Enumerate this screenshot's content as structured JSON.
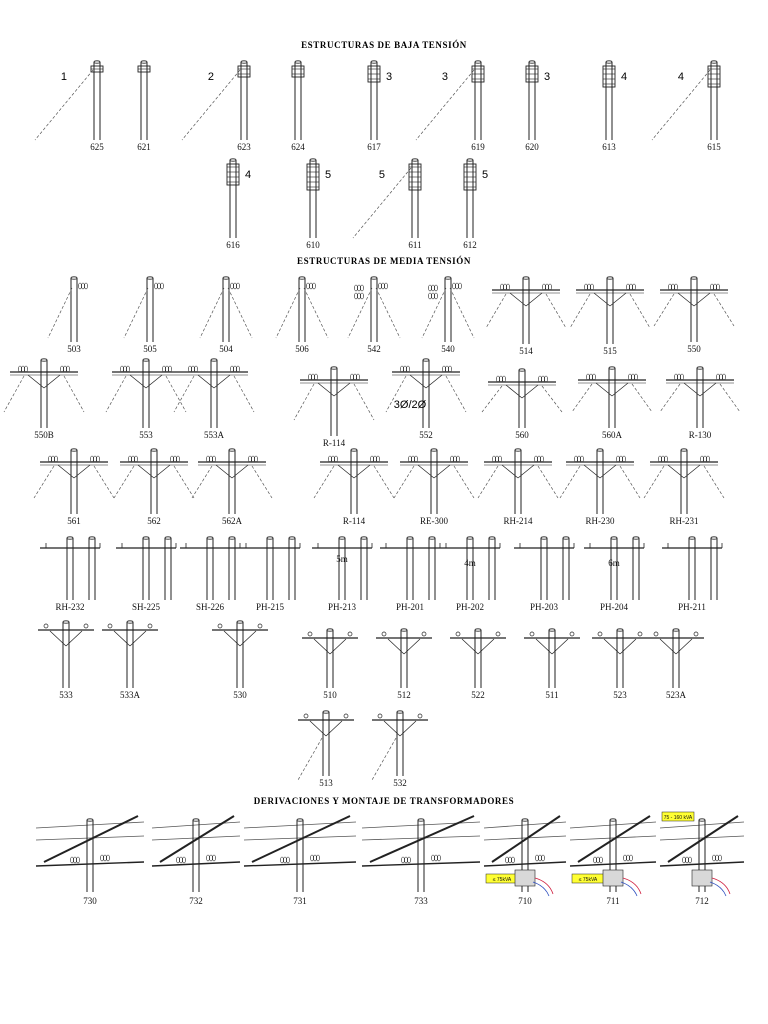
{
  "sections": {
    "low": "ESTRUCTURAS DE BAJA TENSIÓN",
    "medium": "ESTRUCTURAS DE MEDIA TENSIÓN",
    "transformers": "DERIVACIONES Y MONTAJE DE TRANSFORMADORES"
  },
  "low_voltage": [
    {
      "code": "625",
      "kind": "lv",
      "racks": 1,
      "stay": true,
      "num": "1"
    },
    {
      "code": "621",
      "kind": "lv",
      "racks": 1,
      "stay": false,
      "num": ""
    },
    {
      "code": "623",
      "kind": "lv",
      "racks": 2,
      "stay": true,
      "num": "2"
    },
    {
      "code": "624",
      "kind": "lv",
      "racks": 2,
      "stay": false,
      "num": ""
    },
    {
      "code": "617",
      "kind": "lv",
      "racks": 3,
      "stay": false,
      "num": "3"
    },
    {
      "code": "619",
      "kind": "lv",
      "racks": 3,
      "stay": true,
      "num": "3"
    },
    {
      "code": "620",
      "kind": "lv",
      "racks": 3,
      "stay": false,
      "num": "3"
    },
    {
      "code": "613",
      "kind": "lv",
      "racks": 4,
      "stay": false,
      "num": "4"
    },
    {
      "code": "615",
      "kind": "lv",
      "racks": 4,
      "stay": true,
      "num": "4"
    },
    {
      "code": "616",
      "kind": "lv",
      "racks": 4,
      "stay": false,
      "num": "4"
    },
    {
      "code": "610",
      "kind": "lv",
      "racks": 5,
      "stay": false,
      "num": "5"
    },
    {
      "code": "611",
      "kind": "lv",
      "racks": 5,
      "stay": true,
      "num": "5"
    },
    {
      "code": "612",
      "kind": "lv",
      "racks": 5,
      "stay": false,
      "num": "5"
    }
  ],
  "medium_voltage": [
    {
      "code": "503",
      "kind": "mv"
    },
    {
      "code": "505",
      "kind": "mv"
    },
    {
      "code": "504",
      "kind": "mv"
    },
    {
      "code": "506",
      "kind": "mv"
    },
    {
      "code": "542",
      "kind": "mv"
    },
    {
      "code": "540",
      "kind": "mv"
    },
    {
      "code": "514",
      "kind": "mv"
    },
    {
      "code": "515",
      "kind": "mv"
    },
    {
      "code": "550",
      "kind": "mv"
    },
    {
      "code": "550B",
      "kind": "mv"
    },
    {
      "code": "553",
      "kind": "mv"
    },
    {
      "code": "553A",
      "kind": "mv"
    },
    {
      "code": "R-114",
      "kind": "mv"
    },
    {
      "code": "552",
      "kind": "mv"
    },
    {
      "code": "560",
      "kind": "mv"
    },
    {
      "code": "560A",
      "kind": "mv"
    },
    {
      "code": "R-130",
      "kind": "mv"
    },
    {
      "code": "561",
      "kind": "mv"
    },
    {
      "code": "562",
      "kind": "mv"
    },
    {
      "code": "562A",
      "kind": "mv"
    },
    {
      "code": "R-114",
      "kind": "mv"
    },
    {
      "code": "RE-300",
      "kind": "mv"
    },
    {
      "code": "RH-214",
      "kind": "mv"
    },
    {
      "code": "RH-230",
      "kind": "mv"
    },
    {
      "code": "RH-231",
      "kind": "mv"
    },
    {
      "code": "RH-232",
      "kind": "mv"
    },
    {
      "code": "SH-225",
      "kind": "mv"
    },
    {
      "code": "SH-226",
      "kind": "mv"
    },
    {
      "code": "PH-215",
      "kind": "mv"
    },
    {
      "code": "PH-213",
      "kind": "mv"
    },
    {
      "code": "PH-201",
      "kind": "mv"
    },
    {
      "code": "PH-202",
      "kind": "mv"
    },
    {
      "code": "PH-203",
      "kind": "mv"
    },
    {
      "code": "PH-204",
      "kind": "mv"
    },
    {
      "code": "PH-211",
      "kind": "mv"
    },
    {
      "code": "533",
      "kind": "mv"
    },
    {
      "code": "533A",
      "kind": "mv"
    },
    {
      "code": "530",
      "kind": "mv"
    },
    {
      "code": "510",
      "kind": "mv"
    },
    {
      "code": "512",
      "kind": "mv"
    },
    {
      "code": "522",
      "kind": "mv"
    },
    {
      "code": "511",
      "kind": "mv"
    },
    {
      "code": "523",
      "kind": "mv"
    },
    {
      "code": "523A",
      "kind": "mv"
    },
    {
      "code": "513",
      "kind": "mv"
    },
    {
      "code": "532",
      "kind": "mv"
    }
  ],
  "annotations": {
    "phase": "3Ø/2Ø",
    "span_5m": "5m",
    "span_4m": "4m",
    "span_6m": "6m"
  },
  "transformers": [
    {
      "code": "730",
      "tag": ""
    },
    {
      "code": "732",
      "tag": ""
    },
    {
      "code": "731",
      "tag": ""
    },
    {
      "code": "733",
      "tag": ""
    },
    {
      "code": "710",
      "tag": "≤ 75kVA"
    },
    {
      "code": "711",
      "tag": "≤ 75kVA"
    },
    {
      "code": "712",
      "tag": "75 - 160 kVA"
    }
  ],
  "colors": {
    "ink": "#222222",
    "line": "#555555",
    "tag": "#ffff33",
    "wire_red": "#d02040",
    "wire_blue": "#3050c0"
  }
}
